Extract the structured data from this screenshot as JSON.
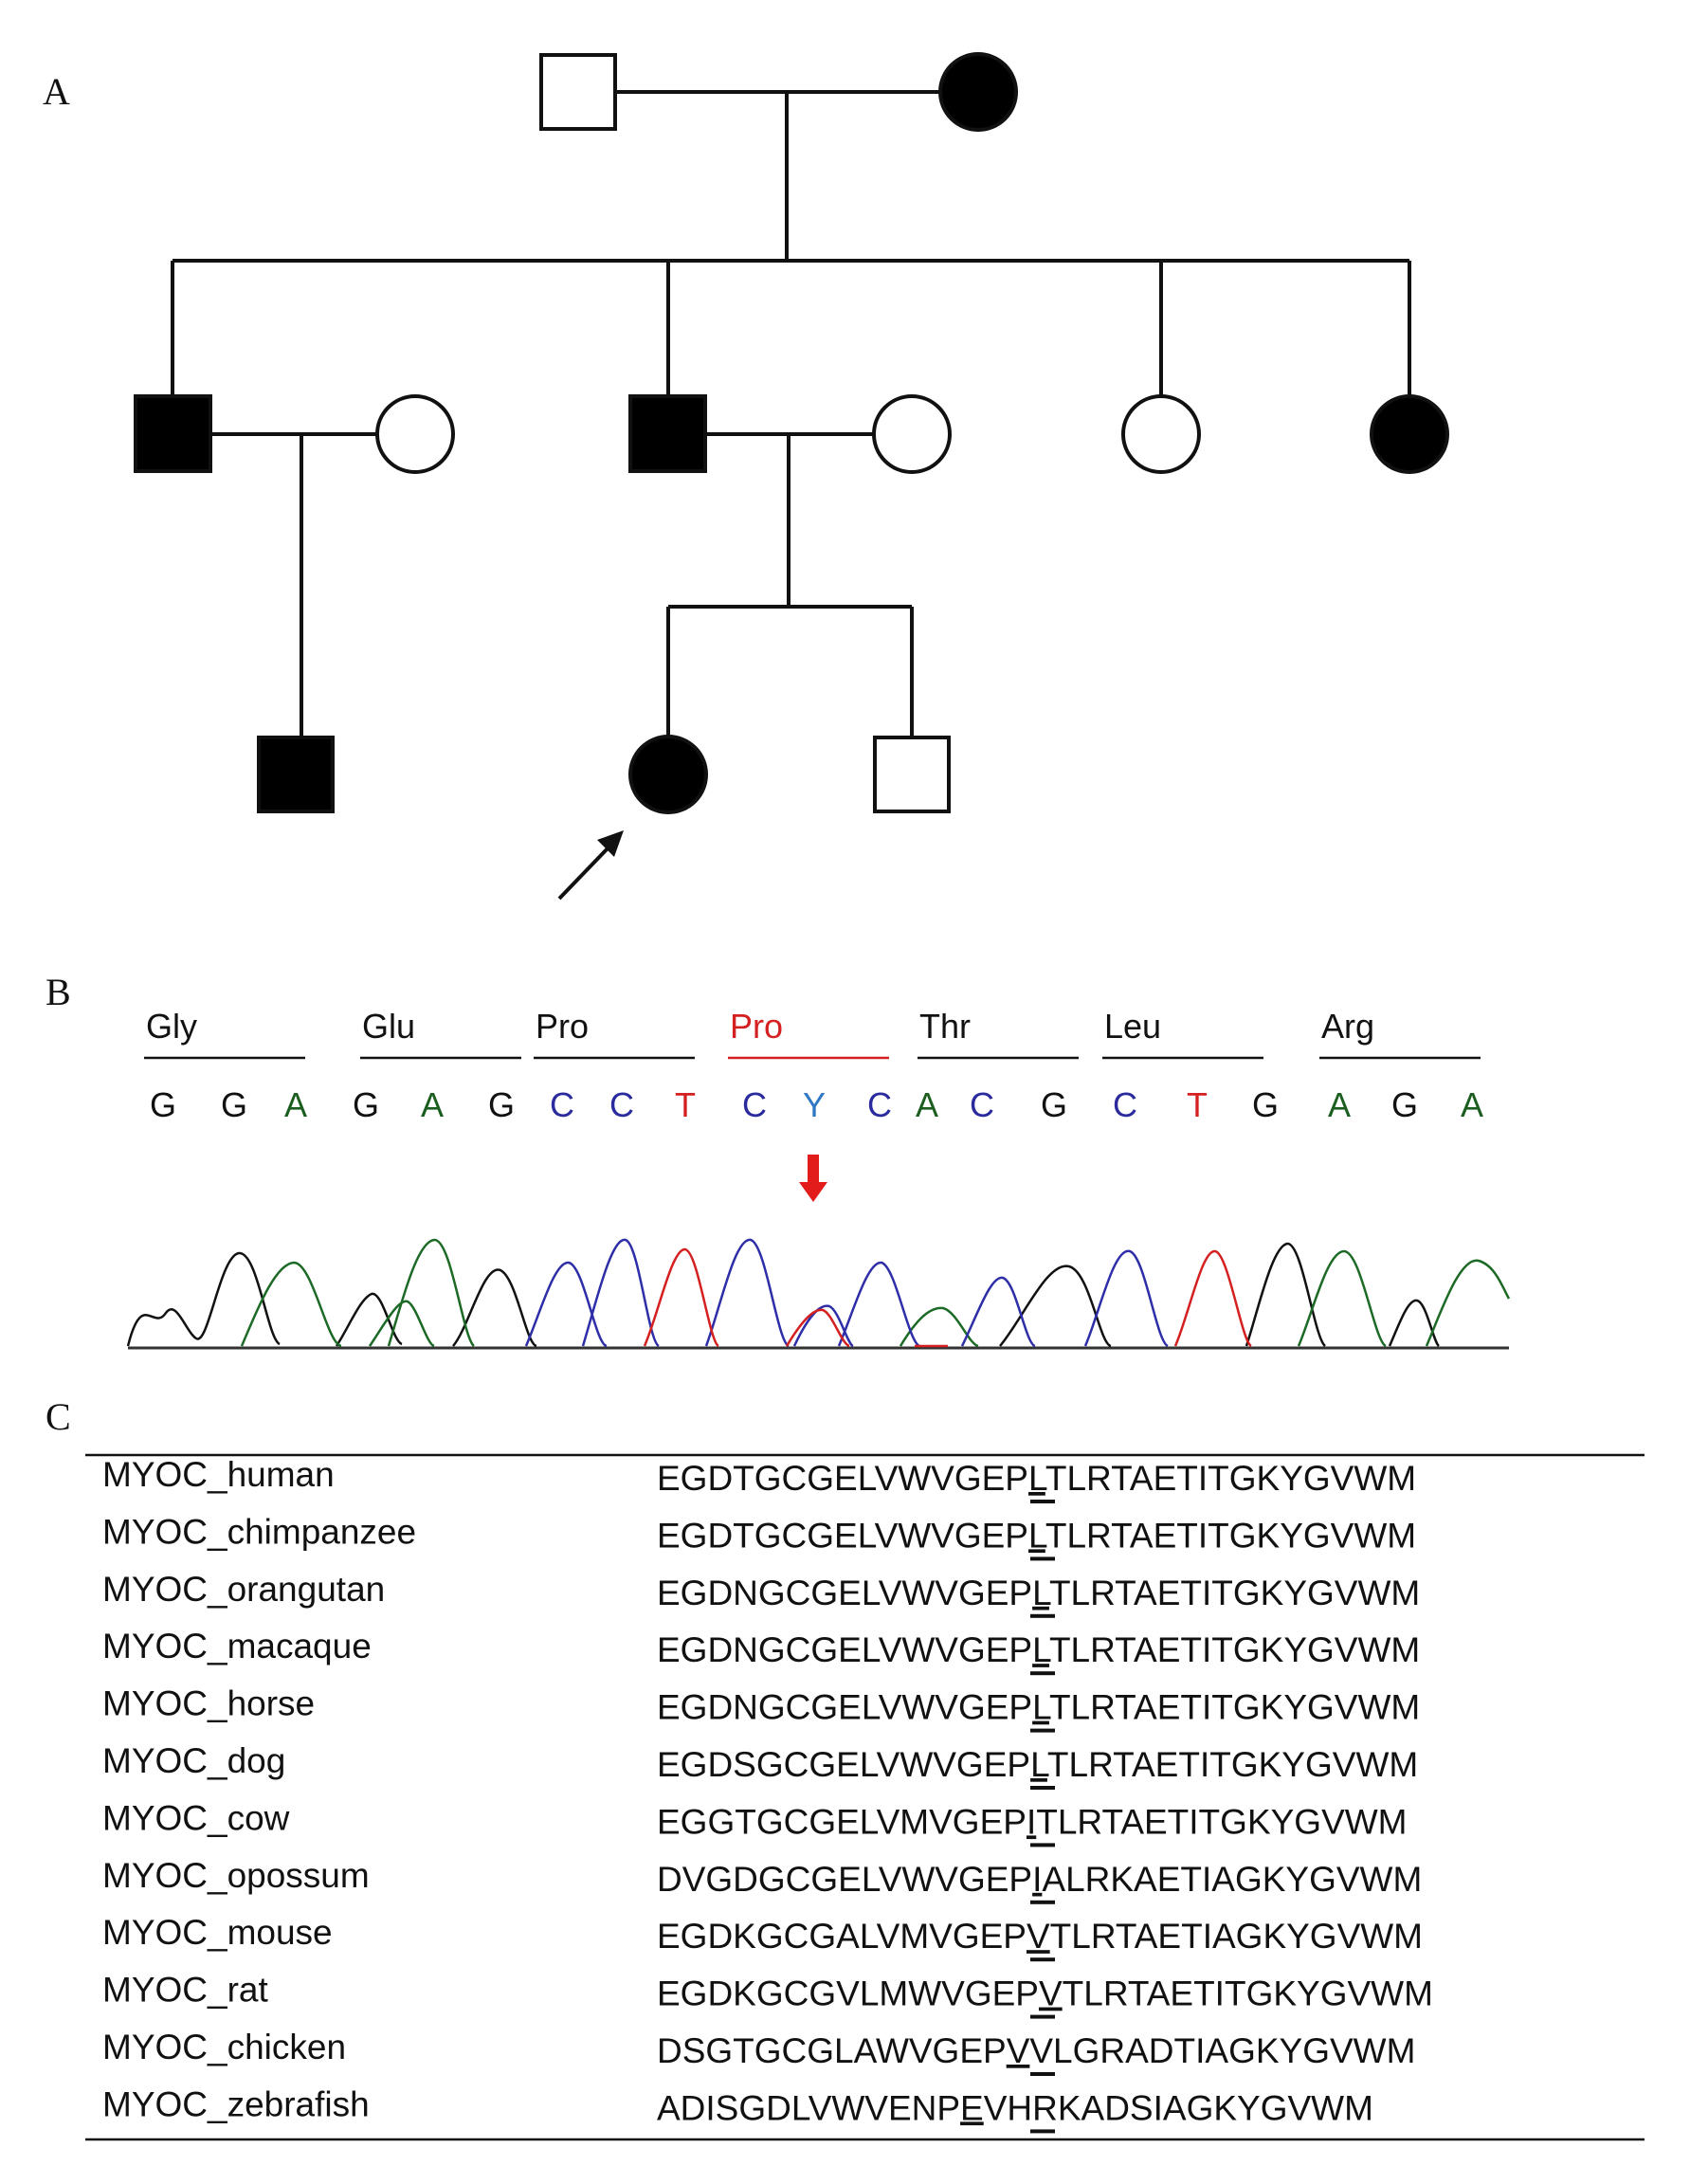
{
  "panels": {
    "a": "A",
    "b": "B",
    "c": "C"
  },
  "colors": {
    "affected": "#000000",
    "unaffected": "#ffffff",
    "line": "#111111",
    "base_A": "#1c5e20",
    "base_C": "#2b2b9e",
    "base_G": "#111111",
    "base_T": "#d42020",
    "base_Y": "#2f78c4",
    "mutation": "#d42020"
  },
  "pedigree": {
    "generations": [
      {
        "members": [
          {
            "id": "I-1",
            "sex": "male",
            "affected": false
          },
          {
            "id": "I-2",
            "sex": "female",
            "affected": true
          }
        ]
      },
      {
        "members": [
          {
            "id": "II-1",
            "sex": "male",
            "affected": true
          },
          {
            "id": "II-1s",
            "sex": "female",
            "affected": false,
            "spouse": true
          },
          {
            "id": "II-2",
            "sex": "male",
            "affected": true
          },
          {
            "id": "II-2s",
            "sex": "female",
            "affected": false,
            "spouse": true
          },
          {
            "id": "II-3",
            "sex": "female",
            "affected": false
          },
          {
            "id": "II-4",
            "sex": "female",
            "affected": true
          }
        ]
      },
      {
        "members": [
          {
            "id": "III-1",
            "sex": "male",
            "affected": true
          },
          {
            "id": "III-2",
            "sex": "female",
            "affected": true,
            "proband": true
          },
          {
            "id": "III-3",
            "sex": "male",
            "affected": false
          }
        ]
      }
    ]
  },
  "sequencing": {
    "codons": [
      {
        "aa": "Gly",
        "bases": [
          "G",
          "G",
          "A"
        ],
        "mutant": false
      },
      {
        "aa": "Glu",
        "bases": [
          "G",
          "A",
          "G"
        ],
        "mutant": false
      },
      {
        "aa": "Pro",
        "bases": [
          "C",
          "C",
          "T"
        ],
        "mutant": false
      },
      {
        "aa": "Pro",
        "bases": [
          "C",
          "Y",
          "C"
        ],
        "mutant": true
      },
      {
        "aa": "Thr",
        "bases": [
          "A",
          "C",
          "G"
        ],
        "mutant": false
      },
      {
        "aa": "Leu",
        "bases": [
          "C",
          "T",
          "G"
        ],
        "mutant": false
      },
      {
        "aa": "Arg",
        "bases": [
          "A",
          "G",
          "A"
        ],
        "mutant": false
      }
    ],
    "mutation_base_index": 10
  },
  "alignment": [
    {
      "species": "MYOC_human",
      "pre": "EGDTGCGELVWVGEP",
      "site": "L",
      "post": "TLRTAETITGKYGVWM"
    },
    {
      "species": "MYOC_chimpanzee",
      "pre": "EGDTGCGELVWVGEP",
      "site": "L",
      "post": "TLRTAETITGKYGVWM"
    },
    {
      "species": "MYOC_orangutan",
      "pre": "EGDNGCGELVWVGEP",
      "site": "L",
      "post": "TLRTAETITGKYGVWM"
    },
    {
      "species": "MYOC_macaque",
      "pre": "EGDNGCGELVWVGEP",
      "site": "L",
      "post": "TLRTAETITGKYGVWM"
    },
    {
      "species": "MYOC_horse",
      "pre": "EGDNGCGELVWVGEP",
      "site": "L",
      "post": "TLRTAETITGKYGVWM"
    },
    {
      "species": "MYOC_dog",
      "pre": "EGDSGCGELVWVGEP",
      "site": "L",
      "post": "TLRTAETITGKYGVWM"
    },
    {
      "species": "MYOC_cow",
      "pre": "EGGTGCGELVMVGEP",
      "site": "I",
      "post": "TLRTAETITGKYGVWM"
    },
    {
      "species": "MYOC_opossum",
      "pre": "DVGDGCGELVWVGEP",
      "site": "I",
      "post": "ALRKAETIAGKYGVWM"
    },
    {
      "species": "MYOC_mouse",
      "pre": "EGDKGCGALVMVGEP",
      "site": "V",
      "post": "TLRTAETIAGKYGVWM"
    },
    {
      "species": "MYOC_rat",
      "pre": "EGDKGCGVLMWVGEP",
      "site": "V",
      "post": "TLRTAETITGKYGVWM"
    },
    {
      "species": "MYOC_chicken",
      "pre": "DSGTGCGLAWVGEP",
      "site": "V",
      "post": "VLGRADTIAGKYGVWM"
    },
    {
      "species": "MYOC_zebrafish",
      "pre": "ADISGDLVWVENP",
      "site": "E",
      "post": "VHRKADSIAGKYGVWM"
    }
  ]
}
